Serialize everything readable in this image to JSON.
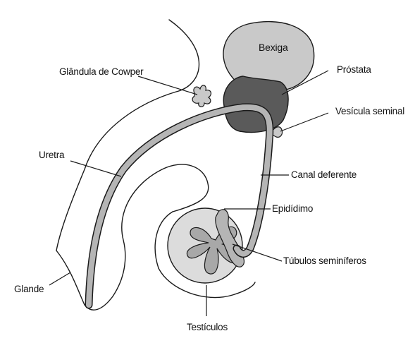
{
  "labels": {
    "bexiga": "Bexiga",
    "prostata": "Próstata",
    "cowper": "Glândula de Cowper",
    "vesicula": "Vesícula seminal",
    "uretra": "Uretra",
    "canal": "Canal deferente",
    "epididimo": "Epidídimo",
    "tubulos": "Túbulos seminíferos",
    "glande": "Glande",
    "testiculos": "Testículos"
  },
  "colors": {
    "outline": "#1a1a1a",
    "bladder": "#c9c9c9",
    "prostate": "#5a5a5a",
    "tube": "#b5b5b5",
    "testis": "#dcdcdc",
    "tubules": "#a8a8a8",
    "background": "#ffffff"
  }
}
